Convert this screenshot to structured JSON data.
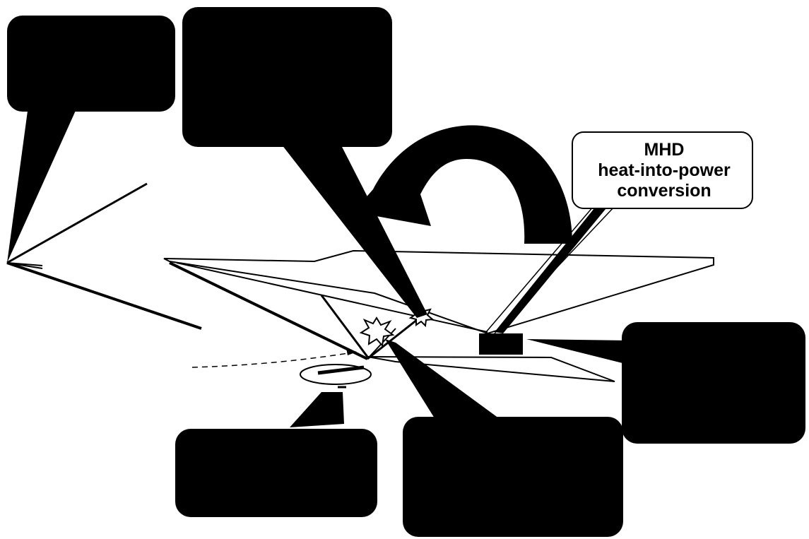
{
  "callouts": {
    "mhd": {
      "line1": "MHD",
      "line2": "heat-into-power",
      "line3": "conversion"
    }
  },
  "colors": {
    "ink": "#000000",
    "paper": "#ffffff"
  }
}
